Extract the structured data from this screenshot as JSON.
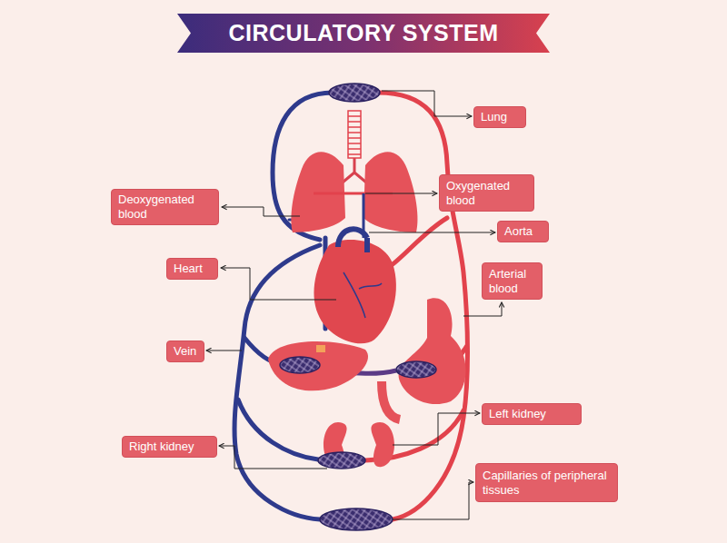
{
  "diagram": {
    "title": "CIRCULATORY SYSTEM",
    "nodes": [
      {
        "text": [
          "Lung"
        ]
      },
      {
        "text": [
          "Oxygenated blood"
        ]
      },
      {
        "text": [
          "Deoxygenated blood"
        ]
      },
      {
        "text": [
          "Aorta"
        ]
      },
      {
        "text": [
          "Heart"
        ]
      },
      {
        "text": [
          "Arterial blood"
        ]
      },
      {
        "text": [
          "Vein"
        ]
      },
      {
        "text": [
          "Left kidney"
        ]
      },
      {
        "text": [
          "Right kidney"
        ]
      },
      {
        "text": [
          "Capillaries of peripheral tissues"
        ]
      }
    ]
  }
}
